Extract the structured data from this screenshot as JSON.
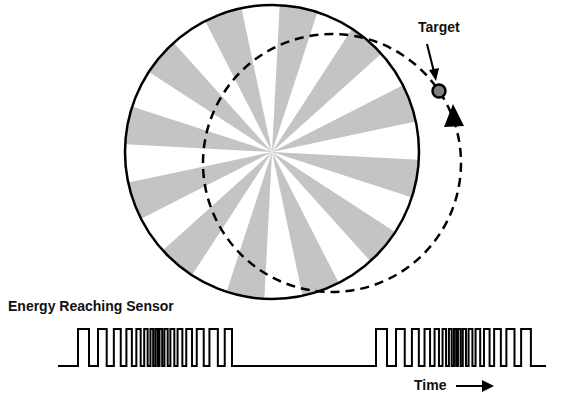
{
  "diagram": {
    "labels": [
      "Target",
      "Energy Reaching Sensor",
      "Time"
    ]
  }
}
